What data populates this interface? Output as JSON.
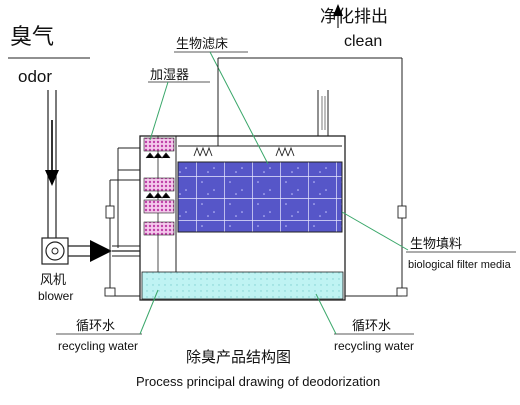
{
  "labels": {
    "odor_cn": "臭气",
    "odor_en": "odor",
    "clean_cn": "净化排出",
    "clean_en": "clean",
    "biofilter_cn": "生物滤床",
    "humidifier_cn": "加湿器",
    "media_cn": "生物填料",
    "media_en": "biological filter media",
    "blower_cn": "风机",
    "blower_en": "blower",
    "water_left_cn": "循环水",
    "water_left_en": "recycling water",
    "water_right_cn": "循环水",
    "water_right_en": "recycling water",
    "title_cn": "除臭产品结构图",
    "title_en": "Process principal drawing of deodorization"
  },
  "colors": {
    "line": "#222222",
    "media_fill": "#5656c8",
    "media_grid": "#e8e8ff",
    "humidifier_fill": "#d060c0",
    "water_fill": "#bff3f3",
    "leader": "#3aa76a"
  }
}
